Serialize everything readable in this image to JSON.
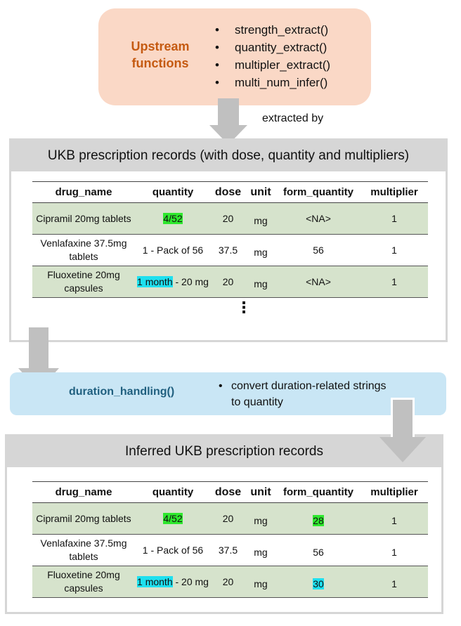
{
  "upstream": {
    "title_line1": "Upstream",
    "title_line2": "functions",
    "functions": [
      "strength_extract()",
      "quantity_extract()",
      "multipler_extract()",
      "multi_num_infer()"
    ]
  },
  "extracted_by_label": "extracted by",
  "ukb_panel": {
    "title": "UKB prescription records (with dose, quantity and multipliers)",
    "columns": [
      "drug_name",
      "quantity",
      "dose",
      "unit",
      "form_quantity",
      "multiplier"
    ],
    "rows": [
      {
        "drug_name": "Cipramil 20mg tablets",
        "quantity_highlight": "4/52",
        "quantity_rest": "",
        "dose": "20",
        "unit": "mg",
        "form_quantity": "<NA>",
        "multiplier": "1"
      },
      {
        "drug_name": "Venlafaxine 37.5mg tablets",
        "quantity_highlight": "",
        "quantity_rest": "1 - Pack of 56",
        "dose": "37.5",
        "unit": "mg",
        "form_quantity": "56",
        "multiplier": "1"
      },
      {
        "drug_name": "Fluoxetine 20mg capsules",
        "quantity_highlight": "1 month",
        "quantity_rest": " - 20 mg",
        "dose": "20",
        "unit": "mg",
        "form_quantity": "<NA>",
        "multiplier": "1"
      }
    ],
    "ellipsis": "⋮"
  },
  "duration": {
    "title": "duration_handling()",
    "description": "convert duration-related strings to quantity"
  },
  "inferred_panel": {
    "title": "Inferred UKB prescription records",
    "columns": [
      "drug_name",
      "quantity",
      "dose",
      "unit",
      "form_quantity",
      "multiplier"
    ],
    "rows": [
      {
        "drug_name": "Cipramil 20mg tablets",
        "quantity_highlight": "4/52",
        "quantity_rest": "",
        "dose": "20",
        "unit": "mg",
        "form_quantity": "28",
        "multiplier": "1"
      },
      {
        "drug_name": "Venlafaxine 37.5mg tablets",
        "quantity_highlight": "",
        "quantity_rest": "1 - Pack of 56",
        "dose": "37.5",
        "unit": "mg",
        "form_quantity": "56",
        "multiplier": "1"
      },
      {
        "drug_name": "Fluoxetine 20mg capsules",
        "quantity_highlight": "1 month",
        "quantity_rest": " - 20 mg",
        "dose": "20",
        "unit": "mg",
        "form_quantity": "30",
        "multiplier": "1"
      }
    ]
  },
  "colors": {
    "upstream_bg": "#fad8c6",
    "upstream_title": "#c55a11",
    "panel_gray": "#d6d6d6",
    "row_green": "#d6e3cc",
    "highlight_green": "#2ee82e",
    "highlight_cyan": "#1ee0ef",
    "duration_bg": "#c9e6f5",
    "duration_title": "#1f5f7f",
    "arrow": "#c0c0c0"
  }
}
